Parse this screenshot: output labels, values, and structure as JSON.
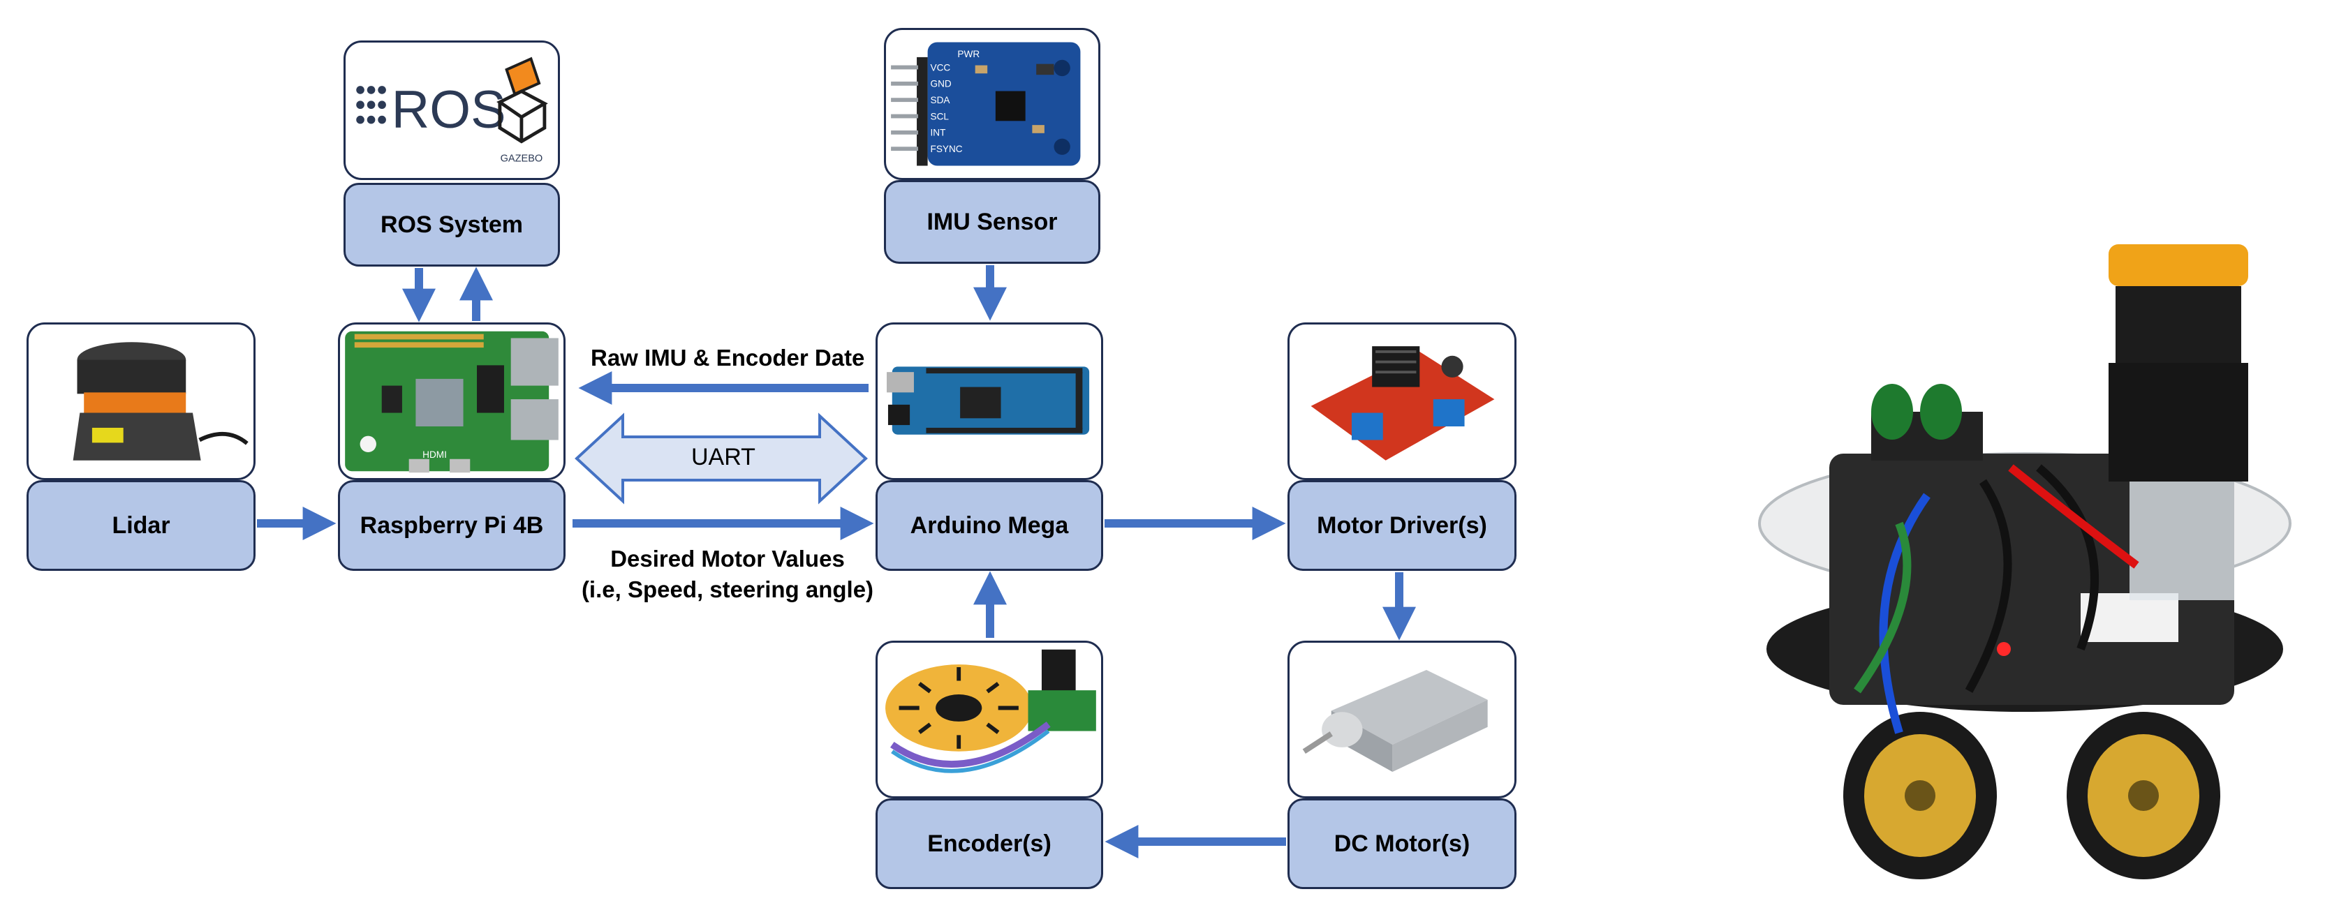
{
  "colors": {
    "box_fill": "#b4c6e7",
    "box_border": "#1f2d50",
    "arrow": "#4472c4",
    "uart_fill": "#dae3f3"
  },
  "nodes": {
    "ros": {
      "label": "ROS System",
      "logo_text": "ROS",
      "logo_sub": "GAZEBO"
    },
    "imu": {
      "label": "IMU Sensor",
      "pins": [
        "VCC",
        "GND",
        "SDA",
        "SCL",
        "INT",
        "FSYNC"
      ],
      "pwr": "PWR"
    },
    "lidar": {
      "label": "Lidar"
    },
    "rpi": {
      "label": "Raspberry Pi 4B",
      "silk": "HDMI"
    },
    "arduino": {
      "label": "Arduino Mega"
    },
    "motor_driver": {
      "label": "Motor Driver(s)"
    },
    "encoder": {
      "label": "Encoder(s)"
    },
    "dc_motor": {
      "label": "DC Motor(s)"
    }
  },
  "edge_labels": {
    "raw_imu": "Raw IMU & Encoder Date",
    "uart": "UART",
    "desired_1": "Desired Motor Values",
    "desired_2": "(i.e, Speed, steering angle)"
  }
}
